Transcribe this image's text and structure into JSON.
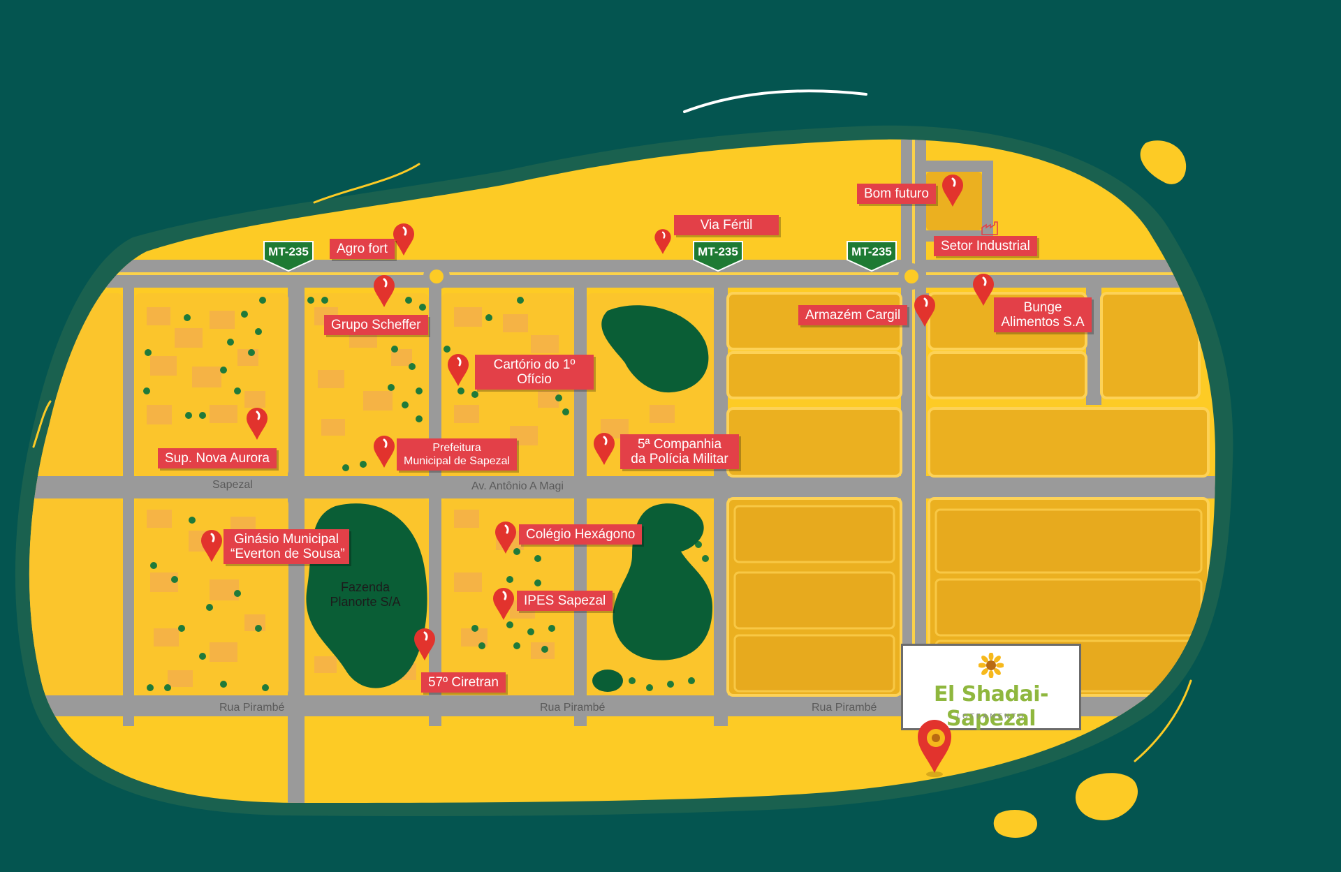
{
  "colors": {
    "background": "#045550",
    "blob_yellow": "#fdcb25",
    "block_yellow": "#fbc52c",
    "field_yellow": "#ebb020",
    "road_gray": "#9a9a9a",
    "park_green": "#0a5e36",
    "tree_green": "#1f7a3a",
    "label_red": "#e34048",
    "pin_red": "#e2332d",
    "brand_green": "#8fb73e"
  },
  "highway_shields": [
    "MT-235",
    "MT-235",
    "MT-235"
  ],
  "street_names": {
    "sapezal": "Sapezal",
    "av_antonio": "Av. Antônio A Magi",
    "pirambe_1": "Rua Pirambé",
    "pirambe_2": "Rua Pirambé",
    "pirambe_3": "Rua Pirambé"
  },
  "places": {
    "agro_fort": "Agro fort",
    "via_fertil": "Via Fértil",
    "bom_futuro": "Bom futuro",
    "setor_industrial": "Setor Industrial",
    "grupo_scheffer": "Grupo Scheffer",
    "armazem_cargil": "Armazém Cargil",
    "bunge": [
      "Bunge",
      "Alimentos S.A"
    ],
    "cartorio": [
      "Cartório do 1º",
      "Ofício"
    ],
    "sup_nova_aurora": "Sup. Nova Aurora",
    "prefeitura": [
      "Prefeitura",
      "Municipal de Sapezal"
    ],
    "companhia": [
      "5ª Companhia",
      "da Polícia Militar"
    ],
    "ginasio": [
      "Ginásio Municipal",
      "“Everton de Sousa”"
    ],
    "colegio": "Colégio Hexágono",
    "ipes": "IPES Sapezal",
    "ciretran": "57º Ciretran"
  },
  "park": {
    "fazenda": [
      "Fazenda",
      "Planorte S/A"
    ]
  },
  "brand": {
    "title": "El Shadai-Sapezal",
    "subtitle": "LOTEAMENTO"
  },
  "icons": {
    "pin": "map-pin-icon",
    "industry": "factory-icon",
    "flower": "sunflower-icon"
  }
}
